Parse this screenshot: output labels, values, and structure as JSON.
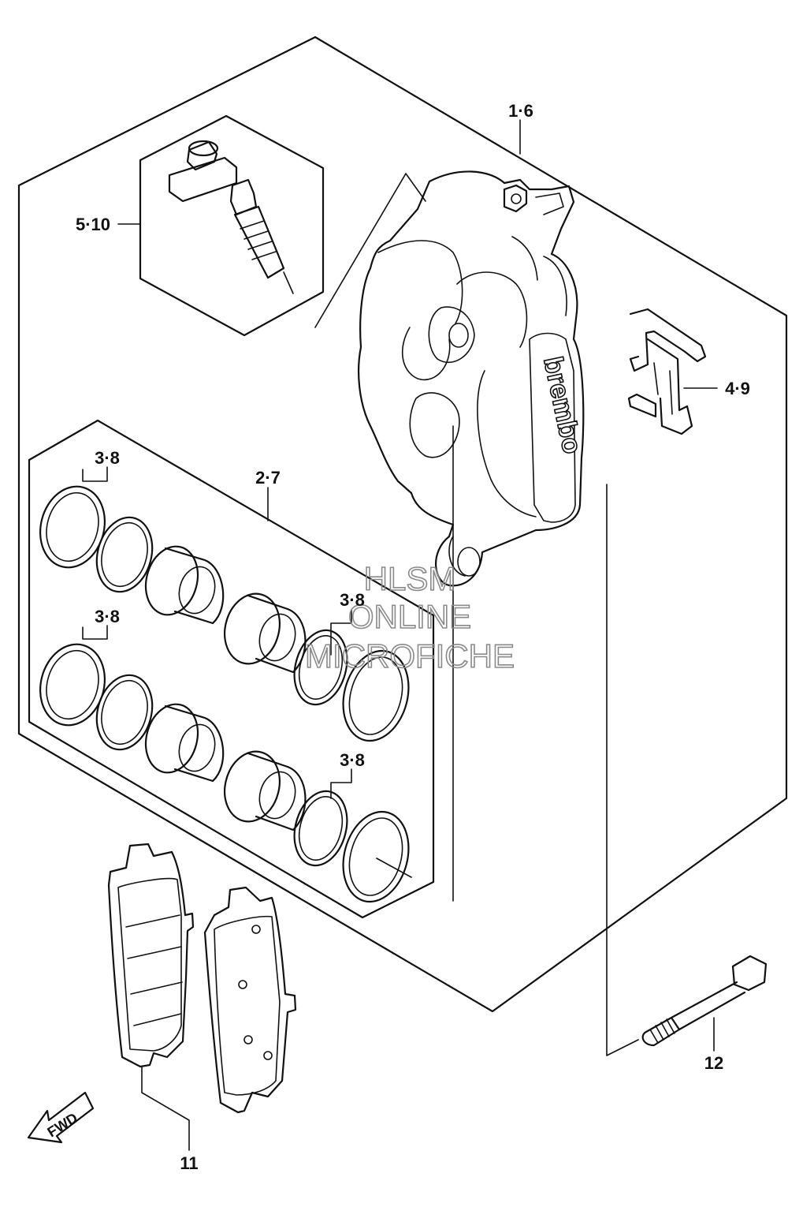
{
  "callouts": {
    "caliper_assy": "1·6",
    "piston_set": "2·7",
    "seal_top_left": "3·8",
    "seal_mid_left": "3·8",
    "seal_mid_right": "3·8",
    "seal_bottom_right": "3·8",
    "pad_spring": "4·9",
    "bleeder_set": "5·10",
    "pad_set": "11",
    "bolt": "12"
  },
  "watermark": {
    "line1": "HLSM",
    "line2": "ONLINE",
    "line3": "MICROFICHE",
    "color": "#8a8a8a"
  },
  "caliper_brand": "brembo",
  "direction_arrow": "FWD",
  "colors": {
    "line": "#111111",
    "background": "#ffffff"
  }
}
